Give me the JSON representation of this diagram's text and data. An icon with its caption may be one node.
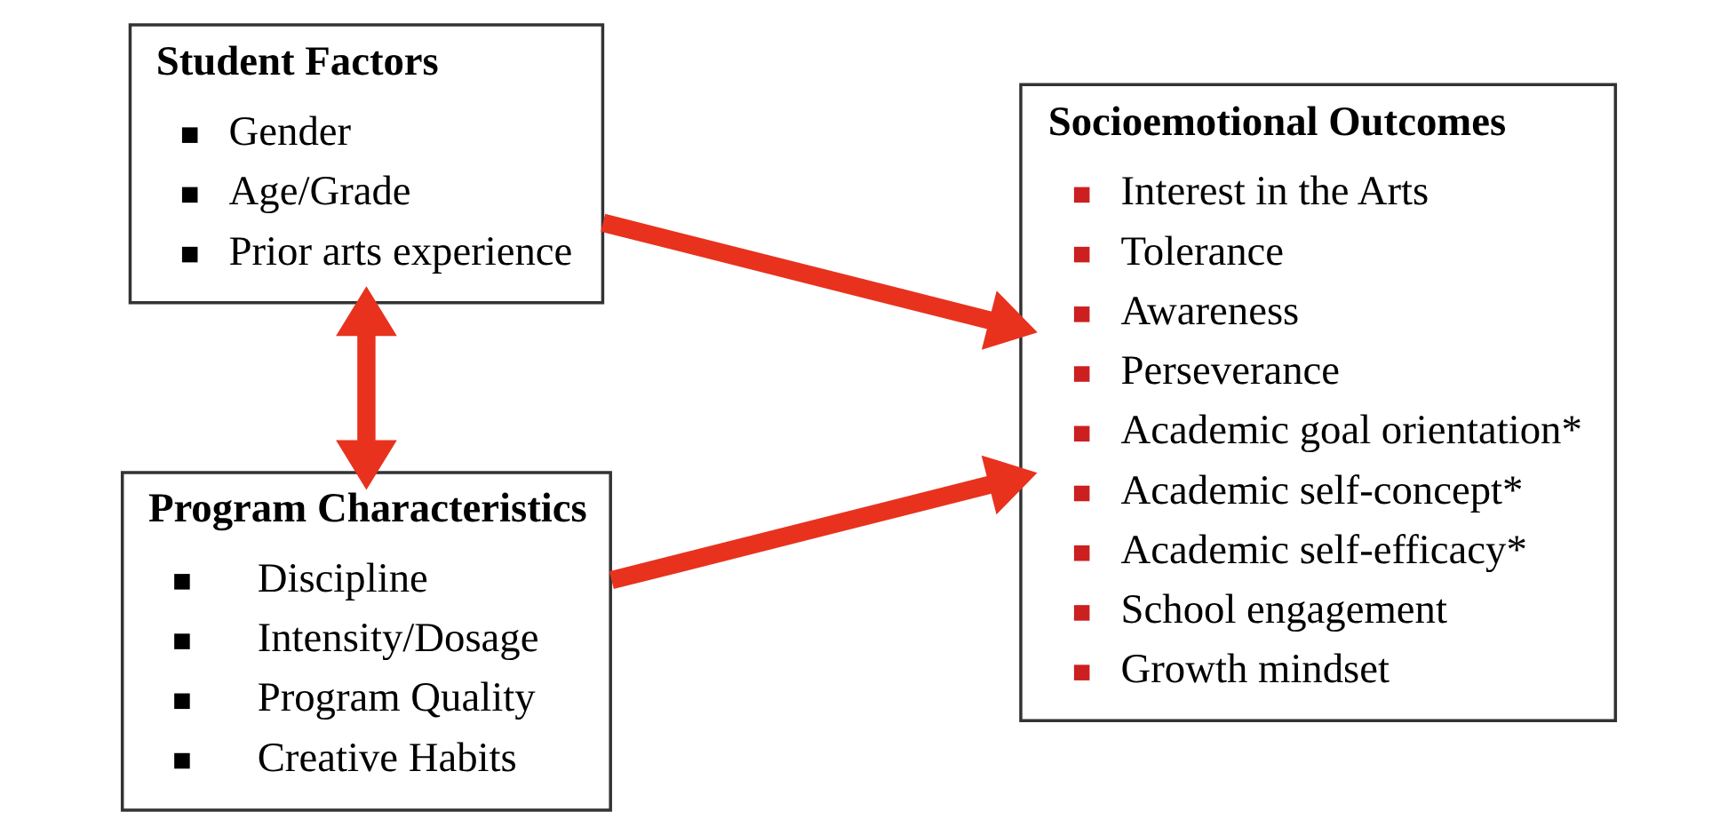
{
  "diagram": {
    "nodes": [
      {
        "text": [
          "Student Factors",
          "Gender",
          "Age/Grade",
          "Prior arts experience"
        ]
      },
      {
        "text": [
          "Program Characteristics",
          "Discipline",
          "Intensity/Dosage",
          "Program Quality",
          "Creative Habits"
        ]
      },
      {
        "text": [
          "Socioemotional Outcomes",
          "Interest in the Arts",
          "Tolerance",
          "Awareness",
          "Perseverance",
          "Academic goal orientation*",
          "Academic self-concept*",
          "Academic self-efficacy*",
          "School engagement",
          "Growth mindset"
        ]
      }
    ],
    "edges": [
      {
        "from": 0,
        "to": 2,
        "arrow": "to"
      },
      {
        "from": 0,
        "to": 1,
        "arrow": "both"
      },
      {
        "from": 1,
        "to": 2,
        "arrow": "to"
      }
    ]
  }
}
